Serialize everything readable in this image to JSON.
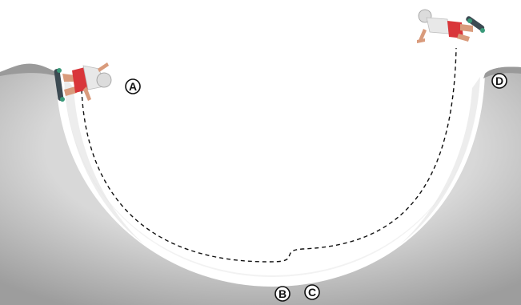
{
  "points": [
    {
      "id": "A",
      "label": "A"
    },
    {
      "id": "B",
      "label": "B"
    },
    {
      "id": "C",
      "label": "C"
    },
    {
      "id": "D",
      "label": "D"
    }
  ],
  "colors": {
    "ramp_shadow": "#b9b9b9",
    "ramp_surface": "#ffffff",
    "path_line": "#111111",
    "shorts": "#d9363a",
    "shirt": "#e8e8e8",
    "skin": "#d99b7c",
    "board": "#3c4a52",
    "wheels": "#3a9a7a"
  },
  "icons": {
    "skater_left": "skateboarder-pumping",
    "skater_right": "skateboarder-airborne"
  }
}
